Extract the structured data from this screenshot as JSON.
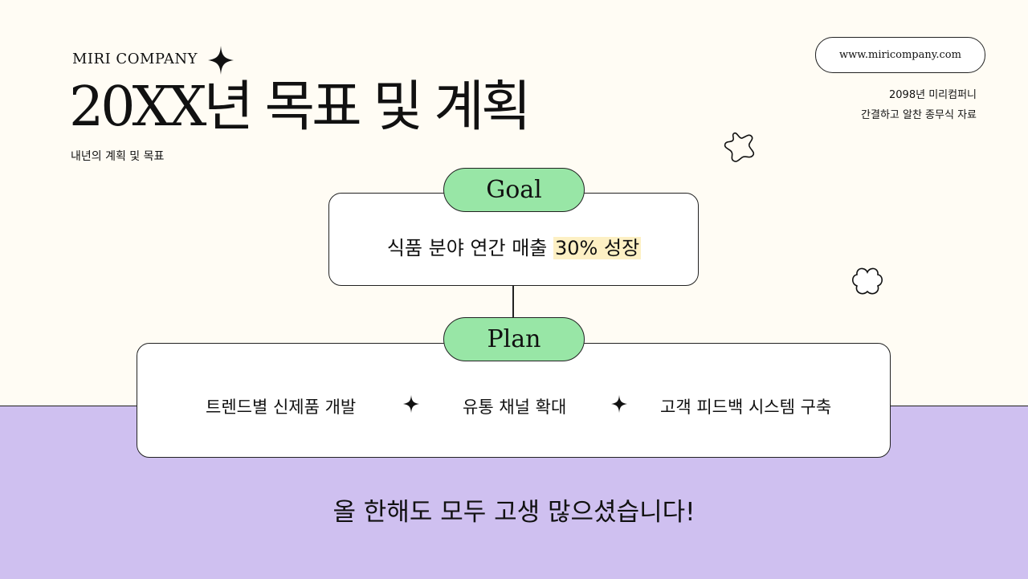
{
  "header": {
    "brand": "MIRI COMPANY",
    "title": "20XX년 목표 및 계획",
    "subtitle": "내년의 계획 및 목표"
  },
  "meta": {
    "url": "www.miricompany.com",
    "line1": "2098년 미리컴퍼니",
    "line2": "간결하고 알찬 종무식 자료"
  },
  "goal": {
    "label": "Goal",
    "text": "식품 분야 연간 매출",
    "highlight": "30% 성장"
  },
  "plan": {
    "label": "Plan",
    "items": [
      "트렌드별 신제품 개발",
      "유통 채널 확대",
      "고객 피드백 시스템 구축"
    ]
  },
  "closing": "올 한해도 모두 고생 많으셨습니다!",
  "colors": {
    "background": "#fffcf4",
    "band": "#cfc0f0",
    "pill": "#98e6a6",
    "highlight": "#fdf0c4"
  },
  "icons": [
    "sparkle-icon",
    "squiggle-star-icon",
    "clover-icon"
  ]
}
